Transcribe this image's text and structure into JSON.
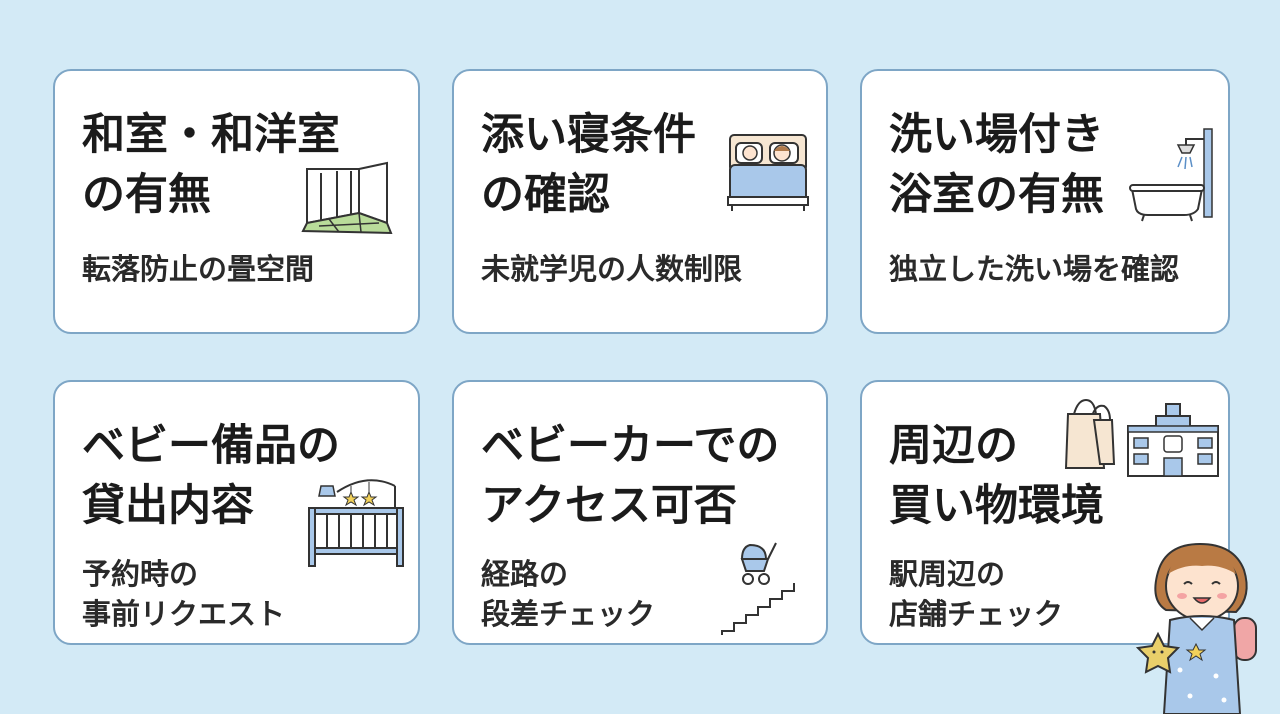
{
  "cards": [
    {
      "title": [
        "和室・和洋室",
        "の有無"
      ],
      "subtitle": [
        "転落防止の畳空間"
      ],
      "icon": "japanese-room-icon"
    },
    {
      "title": [
        "添い寝条件",
        "の確認"
      ],
      "subtitle": [
        "未就学児の人数制限"
      ],
      "icon": "bed-icon"
    },
    {
      "title": [
        "洗い場付き",
        "浴室の有無"
      ],
      "subtitle": [
        "独立した洗い場を確認"
      ],
      "icon": "bathtub-shower-icon"
    },
    {
      "title": [
        "ベビー備品の",
        "貸出内容"
      ],
      "subtitle": [
        "予約時の",
        "事前リクエスト"
      ],
      "icon": "baby-crib-icon"
    },
    {
      "title": [
        "ベビーカーでの",
        "アクセス可否"
      ],
      "subtitle": [
        "経路の",
        "段差チェック"
      ],
      "icon": "stroller-stairs-icon"
    },
    {
      "title": [
        "周辺の",
        "買い物環境"
      ],
      "subtitle": [
        "駅周辺の",
        "店舗チェック"
      ],
      "icon": "shopping-station-icon"
    }
  ],
  "mascot": "child-character-icon",
  "colors": {
    "background": "#d3eaf6",
    "card_border": "#7ea6c6",
    "accent": "#5b8fc7"
  }
}
